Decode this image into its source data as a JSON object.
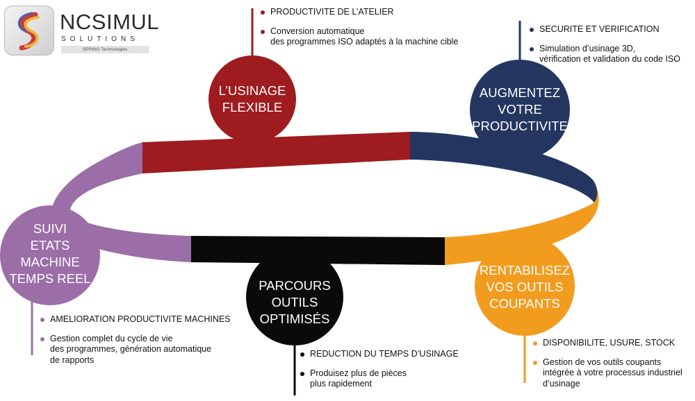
{
  "logo": {
    "brand": "NCSIMUL",
    "subtitle": "SOLUTIONS",
    "tagline": "SPRING Technologies"
  },
  "colors": {
    "red": "#9e1b1f",
    "navy": "#243660",
    "orange": "#f29c1f",
    "black": "#0a0a0a",
    "purple": "#9b6ea8"
  },
  "nodes": {
    "usinage": {
      "title": "L’USINAGE\nFLEXIBLE",
      "bullets": [
        "PRODUCTIVITE DE L’ATELIER",
        "Conversion automatique\ndes programmes ISO adaptés à la machine cible"
      ]
    },
    "productivite": {
      "title": "AUGMENTEZ\nVOTRE\nPRODUCTIVITE",
      "bullets": [
        "SECURITE ET VERIFICATION",
        "Simulation d’usinage 3D,\nvérification et validation du code ISO"
      ]
    },
    "outils": {
      "title": "RENTABILISEZ\nVOS OUTILS\nCOUPANTS",
      "bullets": [
        "DISPONIBILITE, USURE, STOCK",
        "Gestion de vos outils coupants\nintégrée à votre processus industriel\nd’usinage"
      ]
    },
    "parcours": {
      "title": "PARCOURS\nOUTILS\nOPTIMISÉS",
      "bullets": [
        "REDUCTION DU TEMPS D’USINAGE",
        "Produisez plus de pièces\nplus rapidement"
      ]
    },
    "suivi": {
      "title": "SUIVI\nETATS\nMACHINE\nTEMPS REEL",
      "bullets": [
        "AMELIORATION PRODUCTIVITE MACHINES",
        "Gestion complet du cycle de vie\ndes programmes, génération automatique\nde rapports"
      ]
    }
  }
}
